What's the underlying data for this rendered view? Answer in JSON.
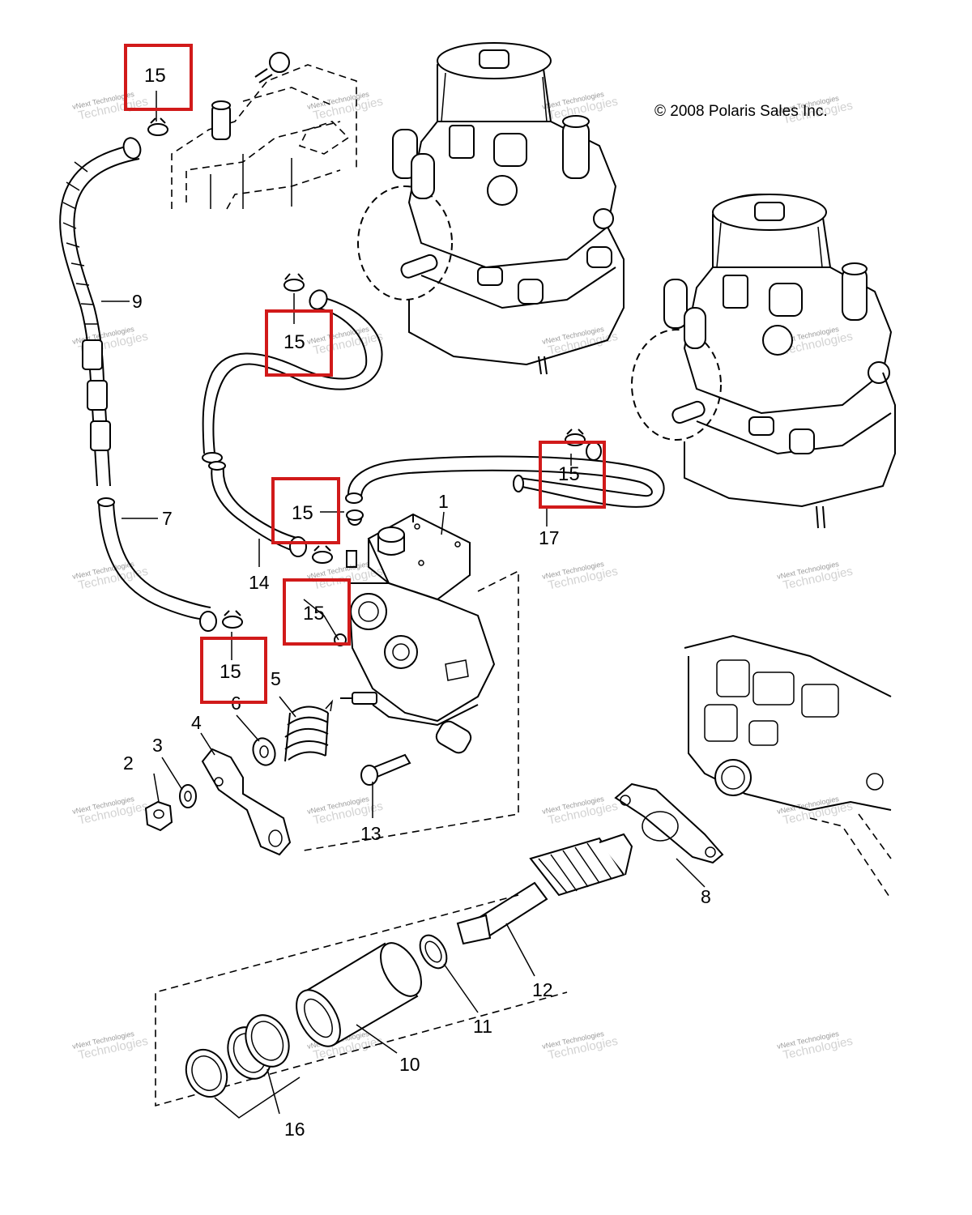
{
  "copyright": "© 2008 Polaris Sales Inc.",
  "watermark": {
    "line1": "vNext Technologies",
    "line2": "Technologies",
    "line3": "vNext"
  },
  "callouts": [
    {
      "id": "1",
      "text": "1"
    },
    {
      "id": "2",
      "text": "2"
    },
    {
      "id": "3",
      "text": "3"
    },
    {
      "id": "4",
      "text": "4"
    },
    {
      "id": "5",
      "text": "5"
    },
    {
      "id": "6",
      "text": "6"
    },
    {
      "id": "7",
      "text": "7"
    },
    {
      "id": "8",
      "text": "8"
    },
    {
      "id": "9",
      "text": "9"
    },
    {
      "id": "10",
      "text": "10"
    },
    {
      "id": "11",
      "text": "11"
    },
    {
      "id": "12",
      "text": "12"
    },
    {
      "id": "13",
      "text": "13"
    },
    {
      "id": "14",
      "text": "14"
    },
    {
      "id": "16",
      "text": "16"
    },
    {
      "id": "17",
      "text": "17"
    }
  ],
  "highlighted_callouts": [
    {
      "text": "15"
    },
    {
      "text": "15"
    },
    {
      "text": "15"
    },
    {
      "text": "15"
    },
    {
      "text": "15"
    },
    {
      "text": "15"
    }
  ],
  "colors": {
    "line": "#000000",
    "highlight": "#d11a1a",
    "background": "#ffffff",
    "watermark": "#9a9a9a"
  }
}
